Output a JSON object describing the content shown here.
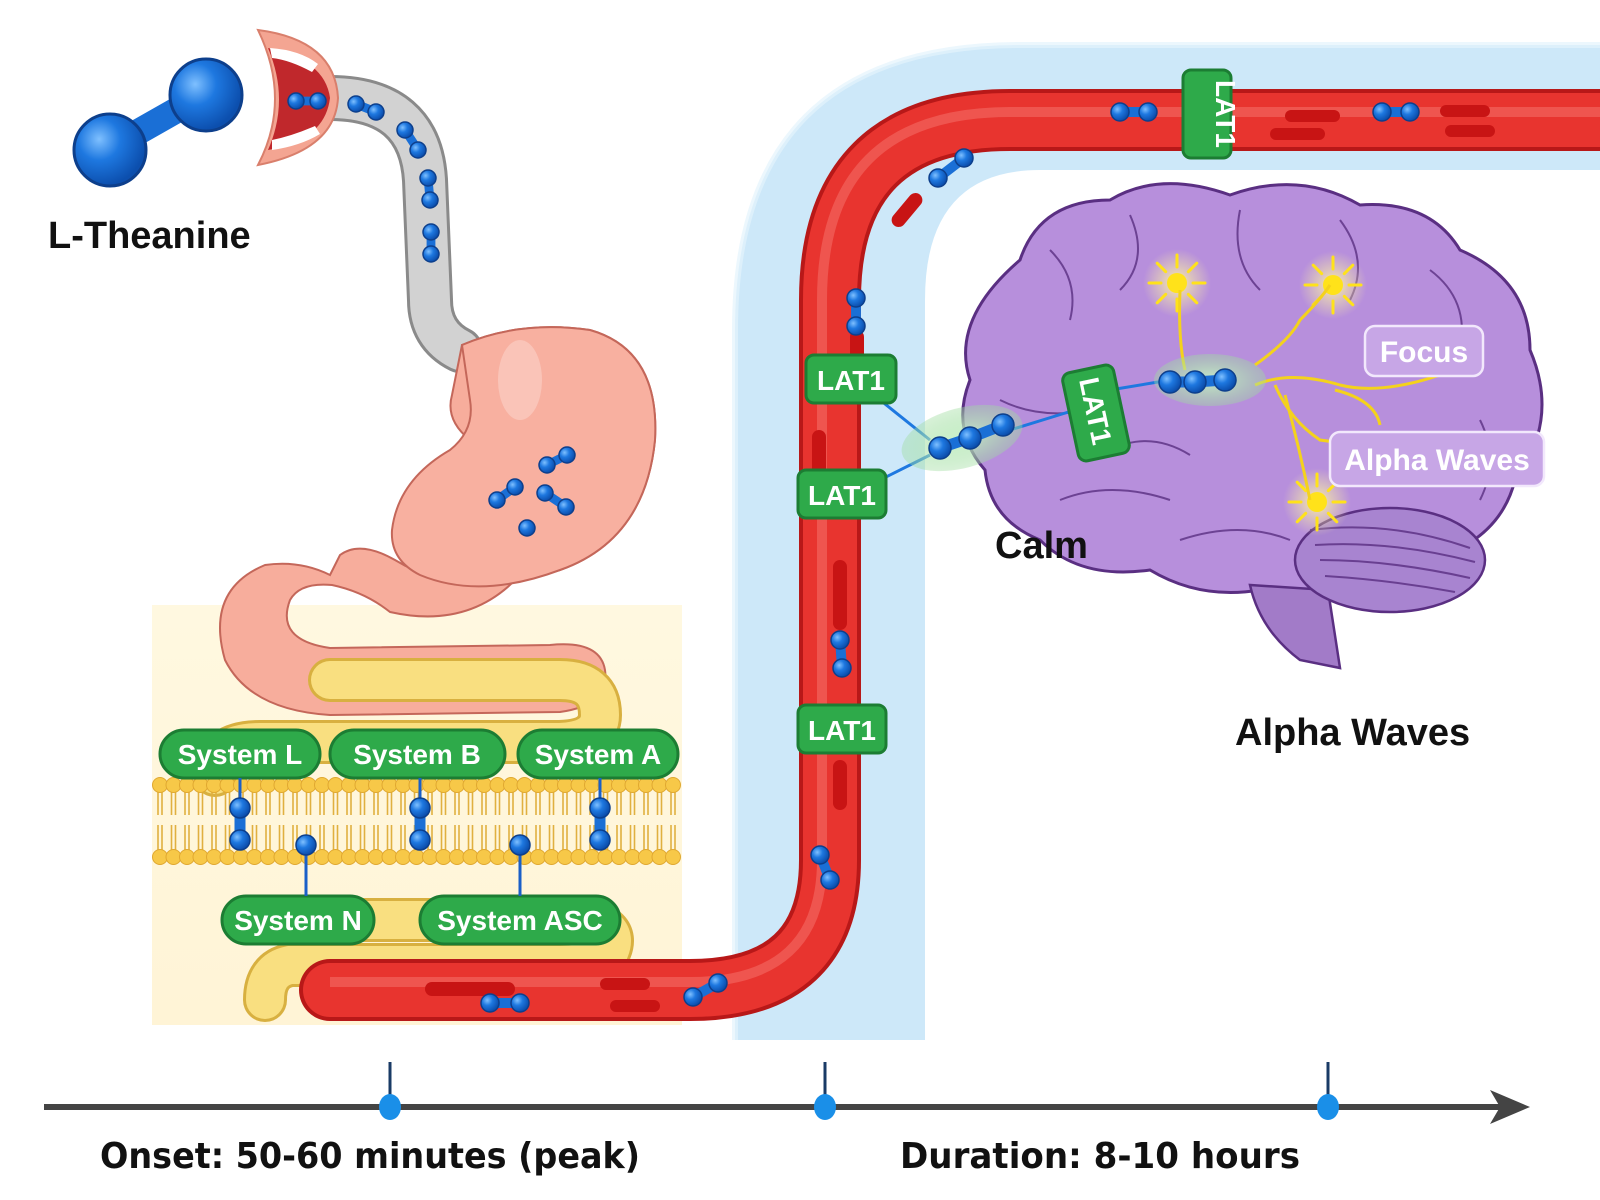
{
  "title": "L-Theanine",
  "colors": {
    "molecule": "#1e78e0",
    "transporter": "#2eaa4a",
    "vessel": "#e02a2a",
    "brain": "#b088d8",
    "stomach": "#f6a898",
    "intestine": "#f7d56a",
    "spark": "#ffe21a",
    "timeline": "#444444",
    "timeline_marker": "#1a8fe8"
  },
  "intestine_transporters": [
    {
      "label": "System L"
    },
    {
      "label": "System B"
    },
    {
      "label": "System A"
    },
    {
      "label": "System N"
    },
    {
      "label": "System ASC"
    }
  ],
  "vessel_transporters": [
    {
      "label": "LAT1"
    },
    {
      "label": "LAT1"
    },
    {
      "label": "LAT1"
    },
    {
      "label": "LAT1"
    }
  ],
  "bbb_transporter": {
    "label": "LAT1"
  },
  "brain_labels": {
    "focus": "Focus",
    "alpha_waves_tag": "Alpha Waves",
    "calm": "Calm",
    "alpha_waves_caption": "Alpha Waves"
  },
  "timeline": {
    "onset_label": "Onset: 50-60 minutes (peak)",
    "duration_label": "Duration: 8-10 hours",
    "markers": 3
  }
}
